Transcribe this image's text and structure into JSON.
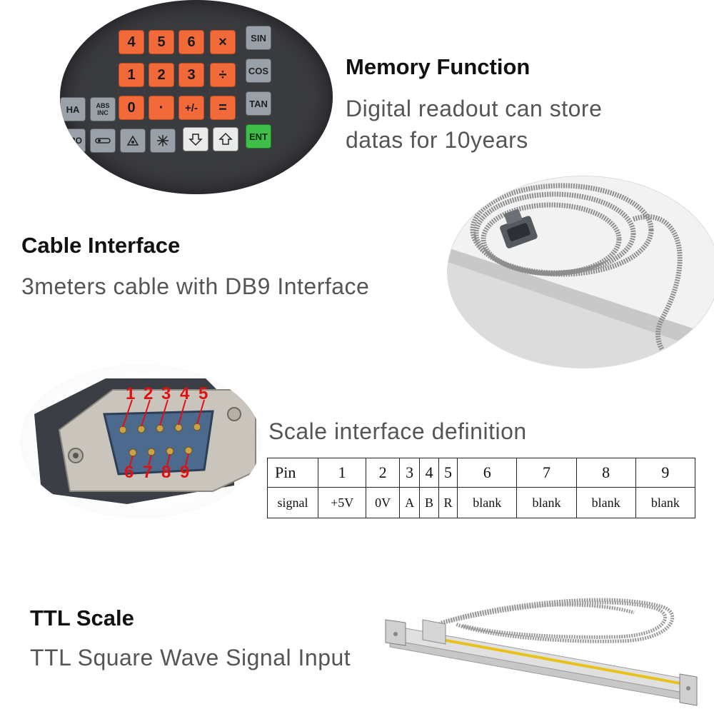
{
  "keypad": {
    "digits_row1": [
      "4",
      "5",
      "6",
      "×"
    ],
    "digits_row2": [
      "1",
      "2",
      "3",
      "÷"
    ],
    "digits_row3": [
      "0",
      "·",
      "+/-",
      "="
    ],
    "side_keys": [
      "SIN",
      "COS",
      "TAN",
      "ENT"
    ],
    "left_keys": [
      "HA",
      "ABS\nINC",
      "ERO"
    ]
  },
  "memory": {
    "title": "Memory Function",
    "line1": "Digital readout can store",
    "line2": "datas for 10years"
  },
  "cable": {
    "title": "Cable Interface",
    "text": "3meters cable with DB9 Interface"
  },
  "db9": {
    "top_pins": [
      "1",
      "2",
      "3",
      "4",
      "5"
    ],
    "bottom_pins": [
      "6",
      "7",
      "8",
      "9"
    ]
  },
  "scale_interface": {
    "title": "Scale interface definition",
    "row_pin_label": "Pin",
    "row_signal_label": "signal",
    "pins": [
      "1",
      "2",
      "3",
      "4",
      "5",
      "6",
      "7",
      "8",
      "9"
    ],
    "signals": [
      "+5V",
      "0V",
      "A",
      "B",
      "R",
      "blank",
      "blank",
      "blank",
      "blank"
    ]
  },
  "ttl": {
    "title": "TTL Scale",
    "text": "TTL Square Wave Signal Input"
  },
  "colors": {
    "key_orange": "#f26a3a",
    "key_green": "#3fbf4a",
    "pin_label_red": "#e01010",
    "scale_yellow": "#e8c21a"
  }
}
